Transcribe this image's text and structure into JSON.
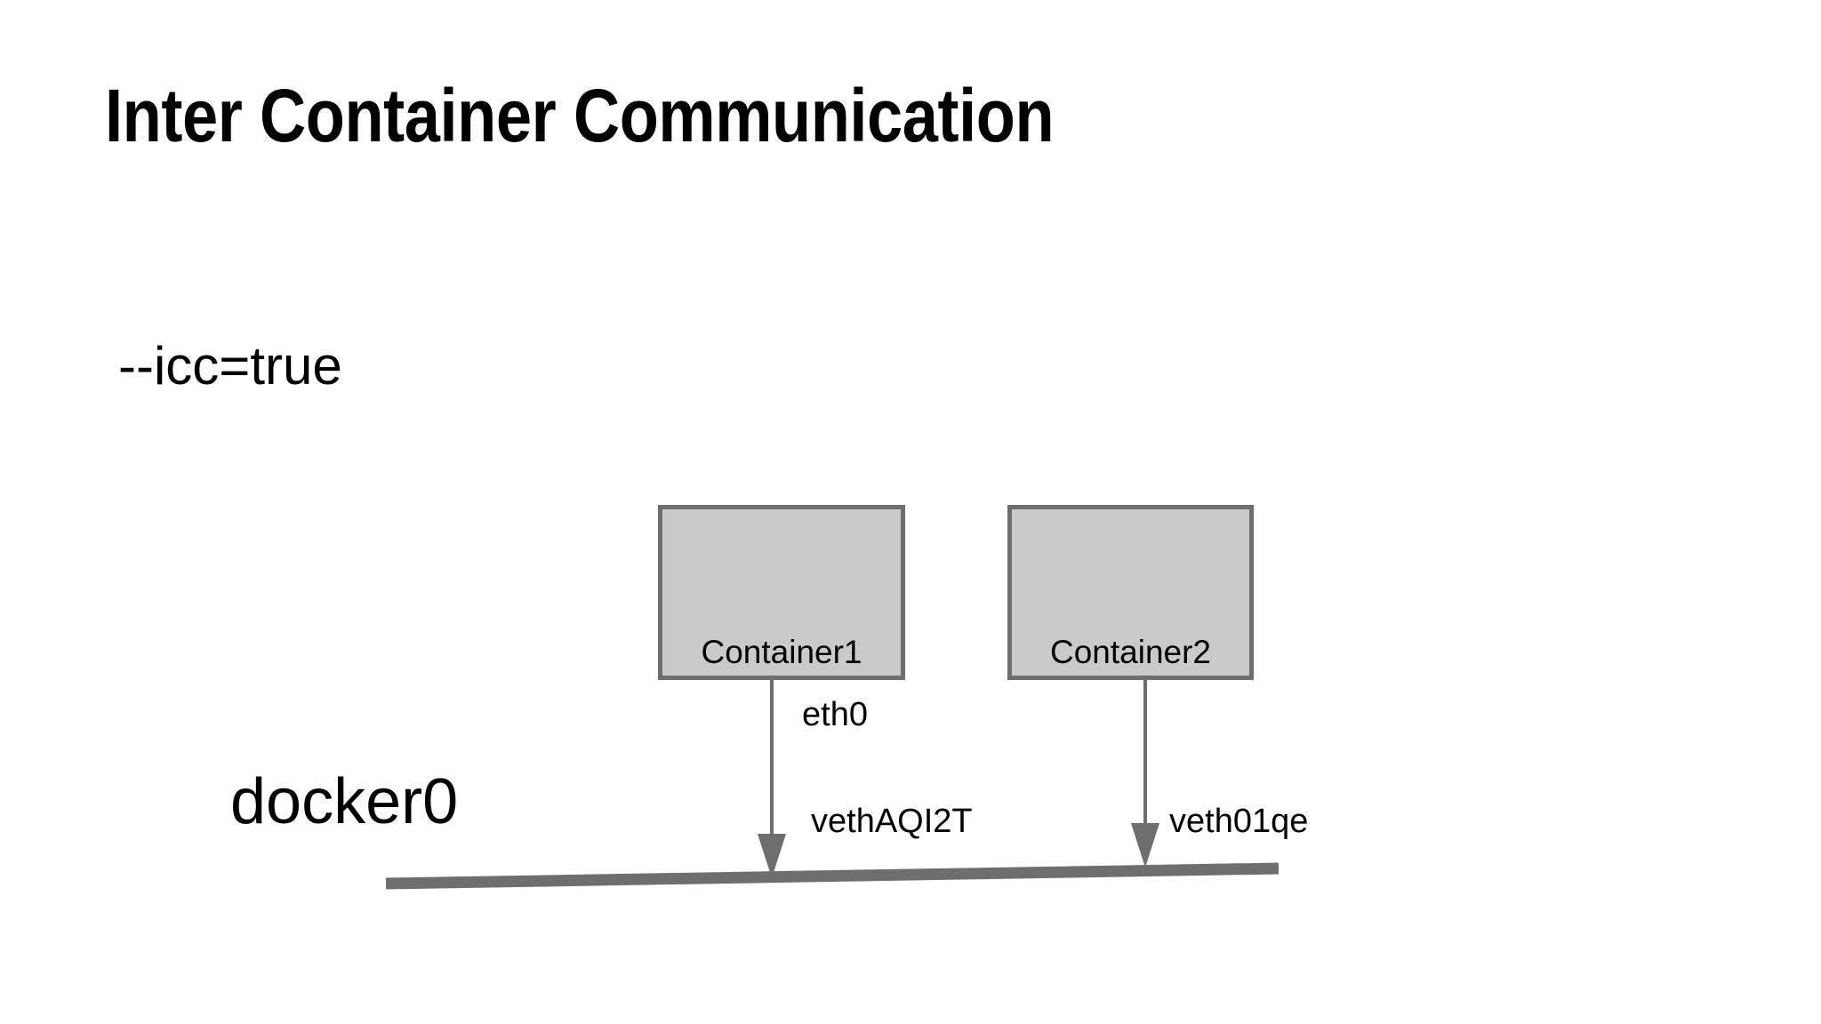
{
  "slide": {
    "title": "Inter Container Communication",
    "icc_flag": "--icc=true",
    "bridge_label": "docker0",
    "background_color": "#ffffff",
    "title_color": "#000000"
  },
  "diagram": {
    "type": "network-topology",
    "box_fill_color": "#cacaca",
    "box_border_color": "#6e6e6e",
    "connector_color": "#6e6e6e",
    "bridge_color": "#6e6e6e",
    "containers": [
      {
        "label": "Container1",
        "interface_label": "eth0",
        "veth_label": "vethAQI2T"
      },
      {
        "label": "Container2",
        "interface_label": "",
        "veth_label": "veth01qe"
      }
    ]
  }
}
